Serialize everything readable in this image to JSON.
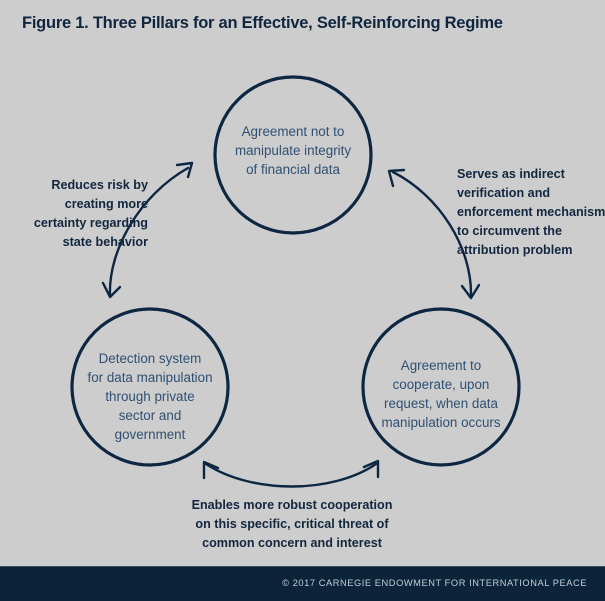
{
  "figure": {
    "title": "Figure 1. Three Pillars for an Effective, Self-Reinforcing Regime",
    "background_color": "#cdcdcd",
    "stroke_color": "#0d2742",
    "node_text_color": "#2f5073",
    "edge_text_color": "#12273f"
  },
  "diagram": {
    "type": "cycle-diagram",
    "node_count": 3,
    "edge_count": 3,
    "nodes": [
      {
        "id": "pillar-agreement-integrity",
        "position": "top",
        "lines": [
          "Agreement not to",
          "manipulate integrity",
          "of financial data"
        ]
      },
      {
        "id": "pillar-detection-system",
        "position": "bottom-left",
        "lines": [
          "Detection system",
          "for data manipulation",
          "through private",
          "sector and",
          "government"
        ]
      },
      {
        "id": "pillar-agreement-cooperate",
        "position": "bottom-right",
        "lines": [
          "Agreement to",
          "cooperate, upon",
          "request, when data",
          "manipulation occurs"
        ]
      }
    ],
    "edges": [
      {
        "id": "edge-left",
        "between": [
          "pillar-detection-system",
          "pillar-agreement-integrity"
        ],
        "direction": "bidirectional",
        "align": "right",
        "lines": [
          "Reduces risk by",
          "creating more",
          "certainty regarding",
          "state behavior"
        ]
      },
      {
        "id": "edge-right",
        "between": [
          "pillar-agreement-integrity",
          "pillar-agreement-cooperate"
        ],
        "direction": "bidirectional",
        "align": "left",
        "lines": [
          "Serves as indirect",
          "verification and",
          "enforcement mechanism",
          "to circumvent the",
          "attribution problem"
        ]
      },
      {
        "id": "edge-bottom",
        "between": [
          "pillar-detection-system",
          "pillar-agreement-cooperate"
        ],
        "direction": "bidirectional",
        "align": "center",
        "lines": [
          "Enables more robust cooperation",
          "on this specific, critical threat of",
          "common concern and interest"
        ]
      }
    ]
  },
  "footer": {
    "credit": "© 2017 CARNEGIE ENDOWMENT FOR INTERNATIONAL PEACE",
    "background_color": "#0b2439",
    "text_color": "#c3ced8"
  }
}
